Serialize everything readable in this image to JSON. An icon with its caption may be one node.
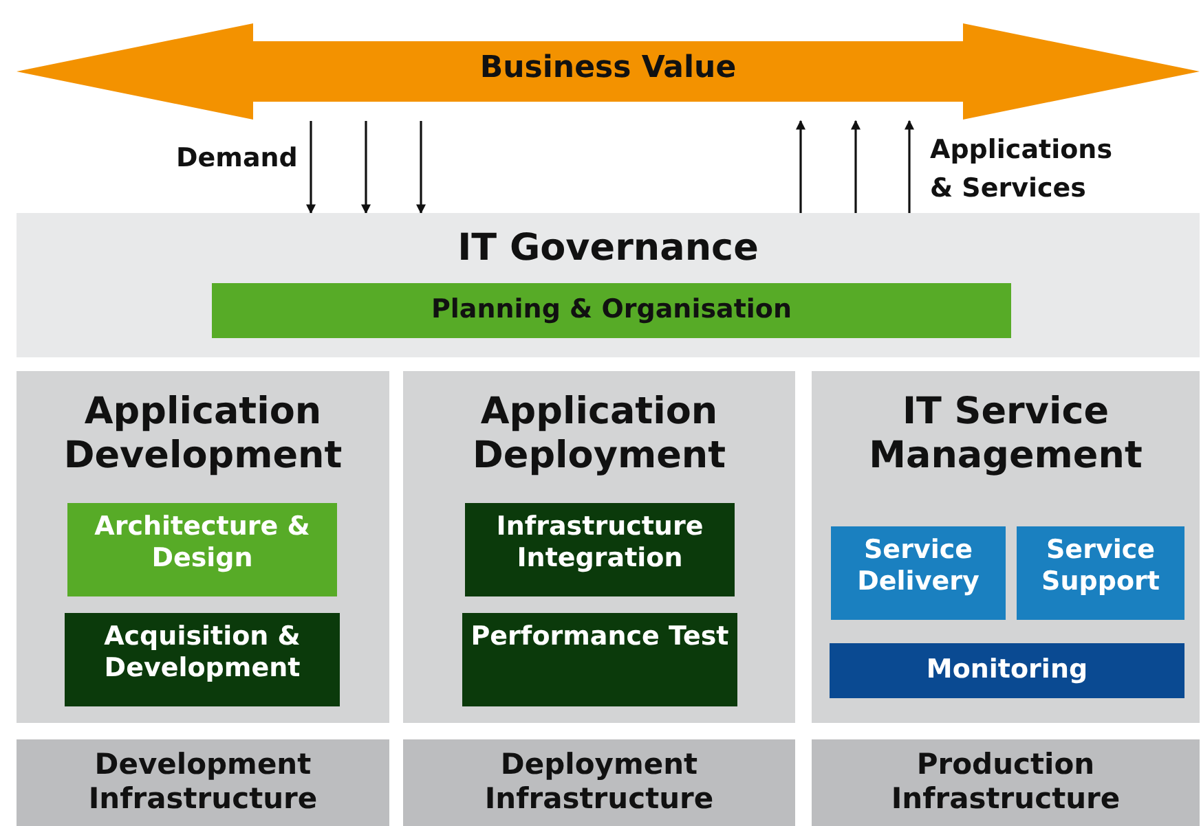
{
  "diagram": {
    "nodes": [
      {
        "text": [
          "Business Value"
        ]
      },
      {
        "text": [
          "IT Governance"
        ]
      },
      {
        "text": [
          "Planning & Organisation"
        ],
        "in": 1
      },
      {
        "text": [
          "Application Development"
        ]
      },
      {
        "text": [
          "Architecture & Design"
        ],
        "in": 3
      },
      {
        "text": [
          "Acquisition & Development"
        ],
        "in": 3
      },
      {
        "text": [
          "Application Deployment"
        ]
      },
      {
        "text": [
          "Infrastructure Integration"
        ],
        "in": 6
      },
      {
        "text": [
          "Performance Test"
        ],
        "in": 6
      },
      {
        "text": [
          "IT Service Management"
        ]
      },
      {
        "text": [
          "Service Delivery"
        ],
        "in": 9
      },
      {
        "text": [
          "Service Support"
        ],
        "in": 9
      },
      {
        "text": [
          "Monitoring"
        ],
        "in": 9
      },
      {
        "text": [
          "Development Infrastructure"
        ]
      },
      {
        "text": [
          "Deployment Infrastructure"
        ]
      },
      {
        "text": [
          "Production Infrastructure"
        ]
      }
    ],
    "edges": [
      {
        "from": 0,
        "to": 1,
        "arrow": "to"
      },
      {
        "from": 0,
        "to": 1,
        "arrow": "to"
      },
      {
        "from": 0,
        "to": 1,
        "arrow": "to"
      },
      {
        "from": 1,
        "to": 0,
        "arrow": "to"
      },
      {
        "from": 1,
        "to": 0,
        "arrow": "to"
      },
      {
        "from": 1,
        "to": 0,
        "arrow": "to"
      }
    ],
    "labels": [
      "Demand",
      "Applications & Services"
    ]
  }
}
